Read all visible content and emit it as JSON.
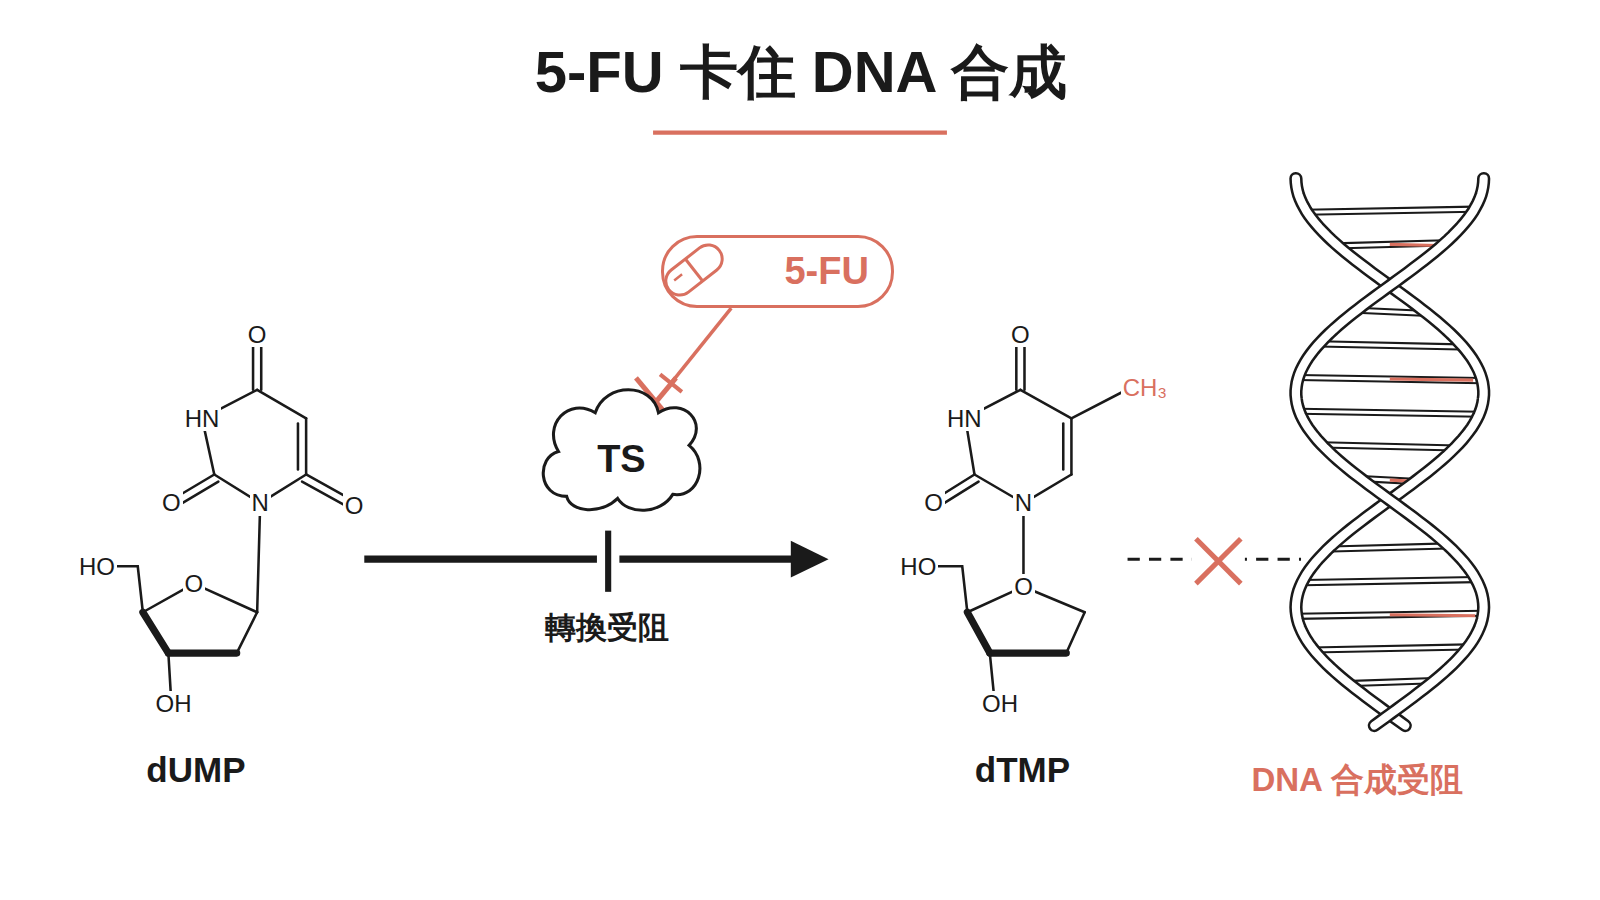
{
  "diagram": {
    "title": "5-FU 卡住 DNA 合成",
    "nodes": [
      {
        "text": [
          "5-FU"
        ]
      },
      {
        "text": [
          "TS"
        ]
      }
    ],
    "edges": [
      {
        "from": 0,
        "to": 1,
        "arrow": "to"
      }
    ],
    "labels": [
      "O",
      "HN",
      "O",
      "N",
      "O",
      "HO",
      "O",
      "OH",
      "dUMP",
      "O",
      "CH₃",
      "HN",
      "O",
      "N",
      "HO",
      "O",
      "OH",
      "dTMP",
      "轉換受阻",
      "DNA 合成受阻"
    ]
  }
}
